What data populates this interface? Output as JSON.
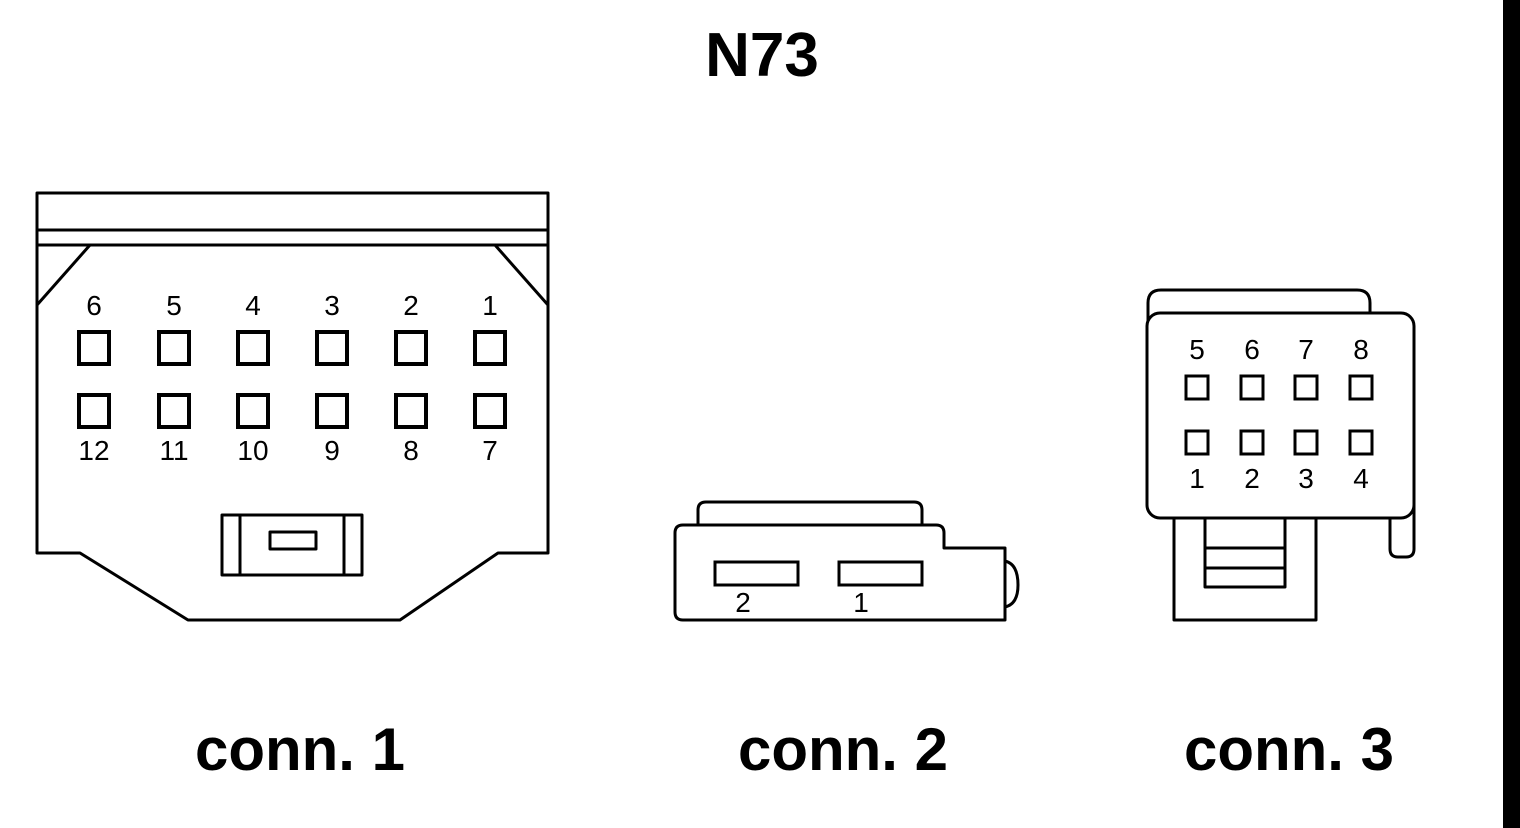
{
  "title": "N73",
  "connectors": [
    {
      "label": "conn. 1",
      "pins_top": [
        "6",
        "5",
        "4",
        "3",
        "2",
        "1"
      ],
      "pins_bottom": [
        "12",
        "11",
        "10",
        "9",
        "8",
        "7"
      ]
    },
    {
      "label": "conn. 2",
      "pins": [
        "2",
        "1"
      ]
    },
    {
      "label": "conn. 3",
      "pins_top": [
        "5",
        "6",
        "7",
        "8"
      ],
      "pins_bottom": [
        "1",
        "2",
        "3",
        "4"
      ]
    }
  ]
}
